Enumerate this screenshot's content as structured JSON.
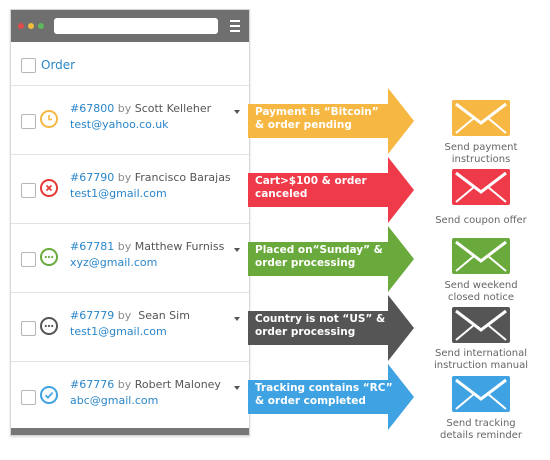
{
  "header": {
    "label": "Order"
  },
  "orders": [
    {
      "number": "#67800",
      "by": "by",
      "name": "Scott Kelleher",
      "email": "test@yahoo.co.uk",
      "status": "pending"
    },
    {
      "number": "#67790",
      "by": "by",
      "name": "Francisco Barajas",
      "email": "test1@gmail.com",
      "status": "canceled"
    },
    {
      "number": "#67781",
      "by": "by",
      "name": "Matthew Furniss",
      "email": "xyz@gmail.com",
      "status": "processing"
    },
    {
      "number": "#67779",
      "by": "by",
      "name": " Sean Sim",
      "email": "test1@gmail.com",
      "status": "processing"
    },
    {
      "number": "#67776",
      "by": "by",
      "name": "Robert Maloney",
      "email": "abc@gmail.com",
      "status": "completed"
    }
  ],
  "rules": [
    {
      "condition_line1": "Payment is “Bitcoin”",
      "condition_line2": "& order pending",
      "color": "#f7b843",
      "action_line1": "Send payment",
      "action_line2": "instructions"
    },
    {
      "condition_line1": "Cart>$100 & order",
      "condition_line2": "canceled",
      "color": "#ef3a4a",
      "action_line1": "Send coupon offer",
      "action_line2": ""
    },
    {
      "condition_line1": "Placed on“Sunday” &",
      "condition_line2": "order processing",
      "color": "#6aaa3c",
      "action_line1": "Send weekend",
      "action_line2": "closed notice"
    },
    {
      "condition_line1": "Country is not “US” &",
      "condition_line2": "order processing",
      "color": "#555555",
      "action_line1": "Send international",
      "action_line2": "instruction manual"
    },
    {
      "condition_line1": "Tracking contains “RC”",
      "condition_line2": "& order completed",
      "color": "#3fa3e3",
      "action_line1": "Send tracking",
      "action_line2": "details reminder"
    }
  ],
  "colors": {
    "titlebar": "#6f6f6f",
    "link": "#2a86c9",
    "dot_red": "#e24b4b",
    "dot_yellow": "#f2bf3c",
    "dot_green": "#5cb85c",
    "status_pending": "#f7b843",
    "status_canceled": "#e53935",
    "status_processing_green": "#6aaa3c",
    "status_processing_dark": "#555555",
    "status_completed": "#3fa3e3"
  },
  "icons": [
    "window-dot-icon",
    "hamburger-menu-icon",
    "clock-icon",
    "x-circle-icon",
    "ellipsis-circle-icon",
    "check-circle-icon",
    "dropdown-caret-icon",
    "envelope-icon"
  ]
}
